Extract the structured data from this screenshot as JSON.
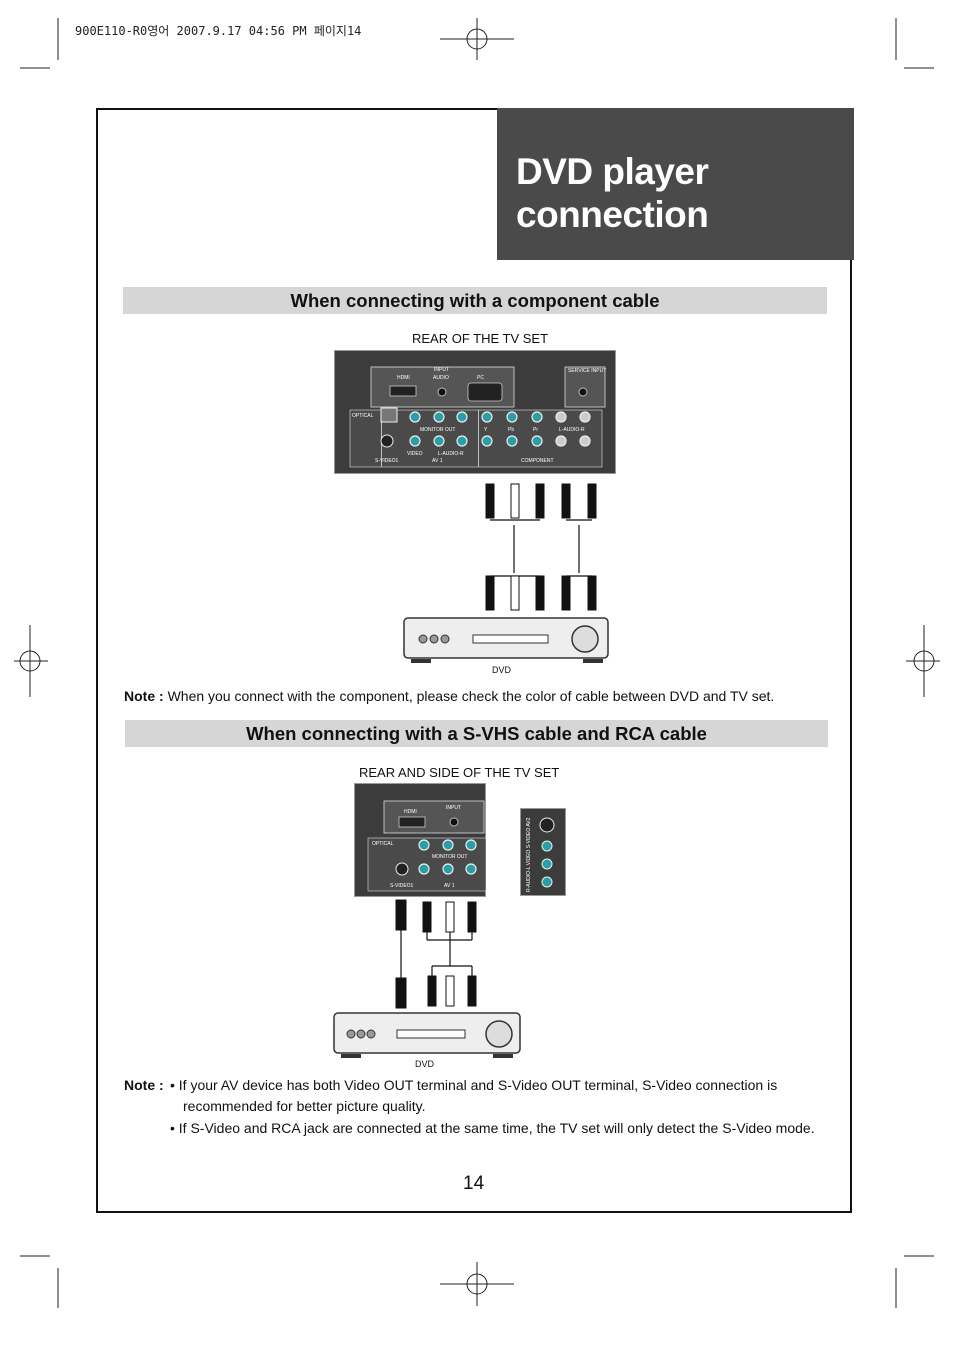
{
  "print_header": "900E110-R0영어  2007.9.17 04:56 PM 페이지14",
  "title": {
    "line1": "DVD player",
    "line2": "connection"
  },
  "section1": {
    "heading": "When connecting with a component cable",
    "rear_caption": "REAR OF THE TV SET",
    "dvd_caption": "DVD",
    "panel_labels": {
      "input": "INPUT",
      "hdmi": "HDMI",
      "audio": "AUDIO",
      "pc": "PC",
      "service_input": "SERVICE INPUT",
      "optical": "OPTICAL",
      "monitor_out": "MONITOR OUT",
      "s_video": "S-VIDEO1",
      "video": "VIDEO",
      "l_audio_r": "L-AUDIO-R",
      "av1": "AV 1",
      "y": "Y",
      "pb": "Pb",
      "pr": "Pr",
      "component": "COMPONENT"
    },
    "note_label": "Note :",
    "note_text": "When you connect with the component, please check the color of cable between DVD and TV set."
  },
  "section2": {
    "heading": "When connecting with a S-VHS cable and RCA cable",
    "rear_caption": "REAR AND SIDE OF THE TV SET",
    "dvd_caption": "DVD",
    "side_label": "R-AUDIO-L  VIDEO  S-VIDEO  AV2",
    "note_label": "Note :",
    "notes": [
      "• If your AV device has both Video OUT terminal and S-Video OUT terminal, S-Video connection is recommended for better picture quality.",
      "• If S-Video and RCA jack are connected at the same time, the TV set will only detect the S-Video mode."
    ]
  },
  "page_number": "14",
  "colors": {
    "title_bg": "#4a4a4a",
    "section_bar": "#d6d6d6",
    "panel": "#3c3c3c",
    "jack_teal": "#2a9fa8"
  }
}
